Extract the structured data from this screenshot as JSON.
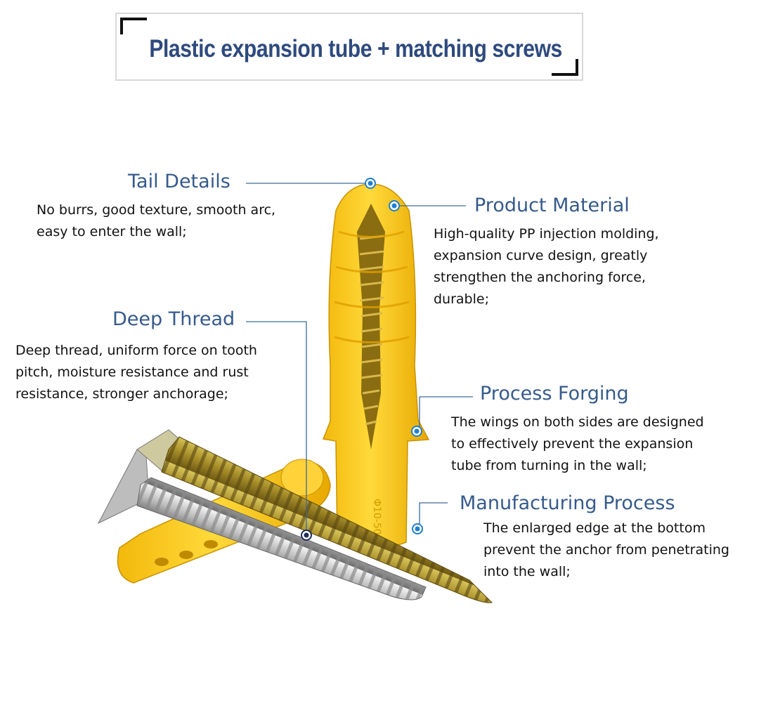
{
  "title": "Plastic expansion tube + matching screws",
  "callouts": {
    "tail": {
      "heading": "Tail Details",
      "lines": [
        "No burrs, good texture, smooth arc,",
        "easy to enter the wall;"
      ]
    },
    "material": {
      "heading": "Product Material",
      "lines": [
        "High-quality PP injection molding,",
        "expansion curve design, greatly",
        "strengthen the anchoring force,",
        "durable;"
      ]
    },
    "thread": {
      "heading": "Deep Thread",
      "lines": [
        "Deep thread, uniform force on tooth",
        "pitch, moisture resistance and rust",
        "resistance, stronger anchorage;"
      ]
    },
    "forging": {
      "heading": "Process Forging",
      "lines": [
        "The wings on both sides are designed",
        "to effectively prevent the expansion",
        "tube from turning in the wall;"
      ]
    },
    "manufacturing": {
      "heading": "Manufacturing Process",
      "lines": [
        "The enlarged edge at the bottom",
        "prevent the anchor from penetrating",
        "into the wall;"
      ]
    }
  },
  "colors": {
    "heading": "#355a8c",
    "title": "#2e4a7e",
    "anchor_yellow": "#f5c518",
    "marker_blue": "#1f7fd0"
  }
}
